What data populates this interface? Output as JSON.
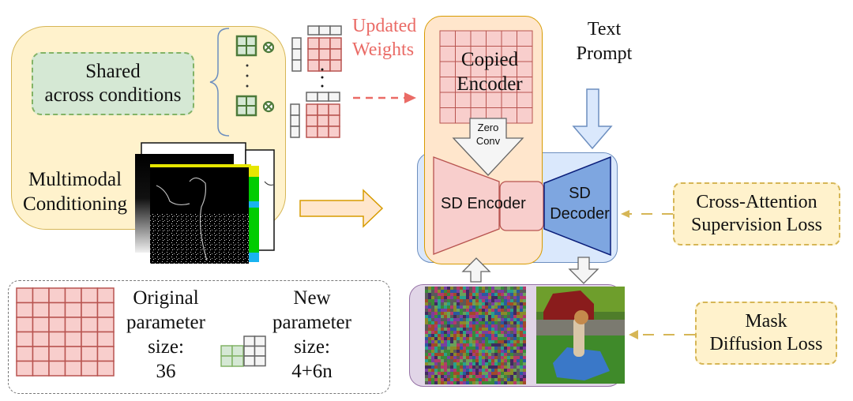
{
  "diagram": {
    "shared_box": {
      "line1": "Shared",
      "line2": "across conditions"
    },
    "multimodal": {
      "line1": "Multimodal",
      "line2": "Conditioning"
    },
    "updated_weights": {
      "line1": "Updated",
      "line2": "Weights"
    },
    "copied_encoder": {
      "line1": "Copied",
      "line2": "Encoder"
    },
    "zero_conv": {
      "line1": "Zero",
      "line2": "Conv"
    },
    "text_prompt": {
      "line1": "Text",
      "line2": "Prompt"
    },
    "sd_encoder": "SD Encoder",
    "sd_decoder": {
      "line1": "SD",
      "line2": "Decoder"
    },
    "cross_attention_loss": {
      "line1": "Cross-Attention",
      "line2": "Supervision Loss"
    },
    "mask_diffusion_loss": {
      "line1": "Mask",
      "line2": "Diffusion Loss"
    },
    "legend": {
      "original": {
        "line1": "Original",
        "line2": "parameter",
        "line3": "size:",
        "value": "36"
      },
      "new": {
        "line1": "New",
        "line2": "parameter",
        "line3": "size:",
        "value": "4+6n"
      }
    },
    "colors": {
      "left_panel_fill": "#fff2cc",
      "left_panel_stroke": "#d6b656",
      "shared_fill": "#d5e8d4",
      "shared_stroke": "#82b366",
      "lora_green_fill": "#d5e8d4",
      "lora_green_stroke": "#4d7a3a",
      "red_grid_fill": "#f8cecc",
      "red_grid_stroke": "#b85450",
      "grey_grid_fill": "#f5f5f5",
      "grey_grid_stroke": "#666666",
      "updated_weights_text": "#ea6b66",
      "copied_panel_fill": "#ffe6cc",
      "copied_panel_stroke": "#d79b00",
      "sd_panel_fill": "#dae8fc",
      "sd_panel_stroke": "#6c8ebf",
      "sd_decoder_fill": "#7ea6e0",
      "sd_decoder_stroke": "#0b1e7a",
      "diffusion_panel_fill": "#e1d5e7",
      "diffusion_panel_stroke": "#9673a6",
      "loss_arrow": "#d6b656"
    }
  }
}
